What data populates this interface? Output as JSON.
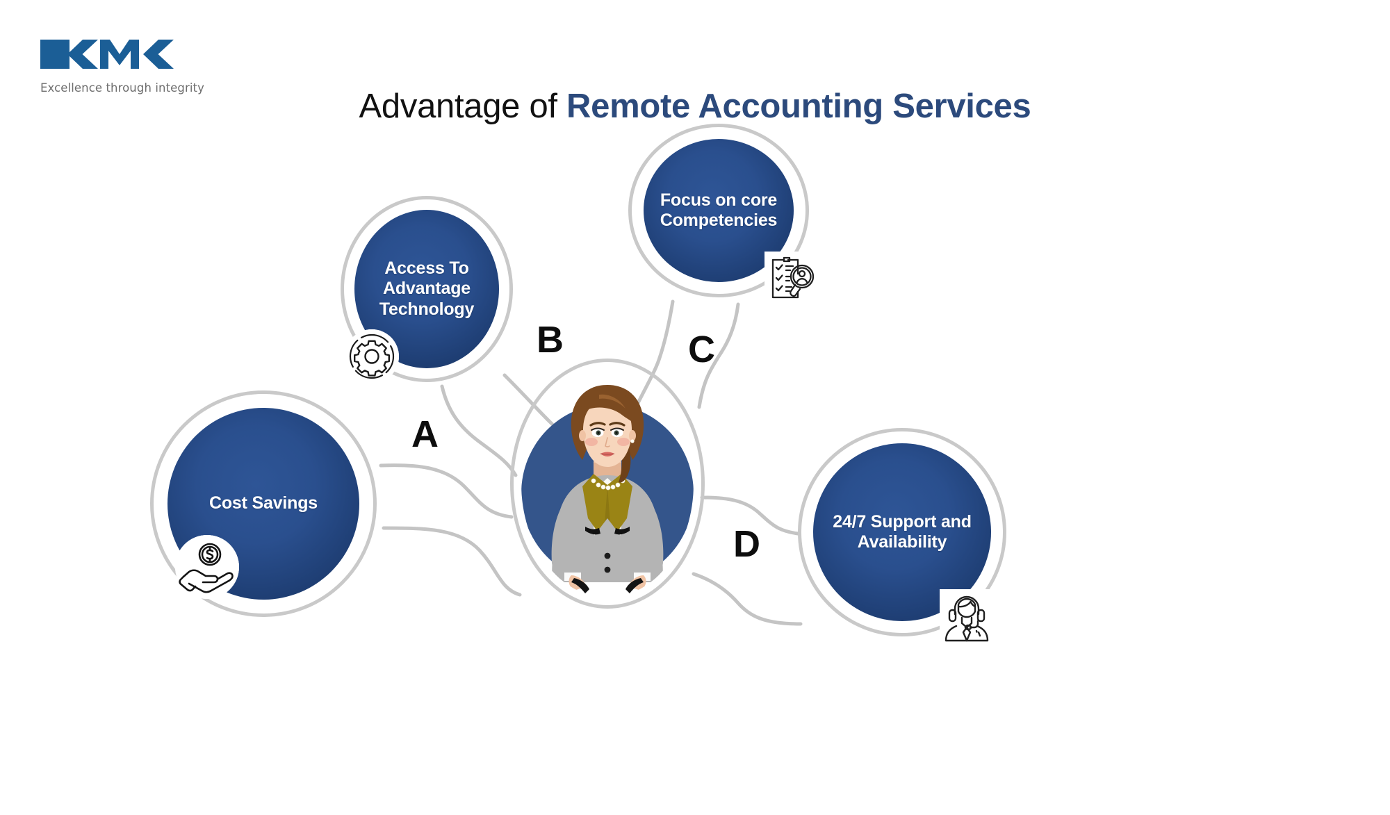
{
  "brand": {
    "logo_text": "KMK",
    "logo_mark_name": "kmk-logo",
    "tagline": "Excellence through integrity",
    "primary_color": "#2c4a7c",
    "logo_square_color": "#1b5e96",
    "logo_letter_color": "#1b5e96",
    "tagline_color": "#6e6e6e"
  },
  "title": {
    "plain": "Advantage of ",
    "accent": "Remote Accounting Services"
  },
  "diagram": {
    "type": "hub-and-spoke",
    "center": {
      "name": "center-avatar",
      "description": "businesswoman-illustration",
      "background_color": "#34558b",
      "hair_color": "#7b4a20",
      "jacket_color": "#b3b3b3",
      "lapel_color": "#9a8415",
      "skin_color": "#f6d5bd"
    },
    "node_fill_color": "#2a4f8e",
    "ring_color": "#c9c9c9",
    "connector_color": "#c4c4c4",
    "nodes": [
      {
        "id": "cost",
        "letter": "A",
        "label": "Cost Savings",
        "label_lines": [
          "Cost Savings"
        ],
        "icon": "hand-holding-dollar-icon"
      },
      {
        "id": "tech",
        "letter": "B",
        "label": "Access To Advantage Technology",
        "label_lines": [
          "Access To",
          "Advantage",
          "Technology"
        ],
        "icon": "gear-settings-icon"
      },
      {
        "id": "focus",
        "letter": "C",
        "label": "Focus on core Competencies",
        "label_lines": [
          "Focus on core",
          "Competencies"
        ],
        "icon": "checklist-magnifier-person-icon"
      },
      {
        "id": "support",
        "letter": "D",
        "label": "24/7 Support and Availability",
        "label_lines": [
          "24/7 Support and",
          "Availability"
        ],
        "icon": "headset-support-agent-icon"
      }
    ]
  }
}
